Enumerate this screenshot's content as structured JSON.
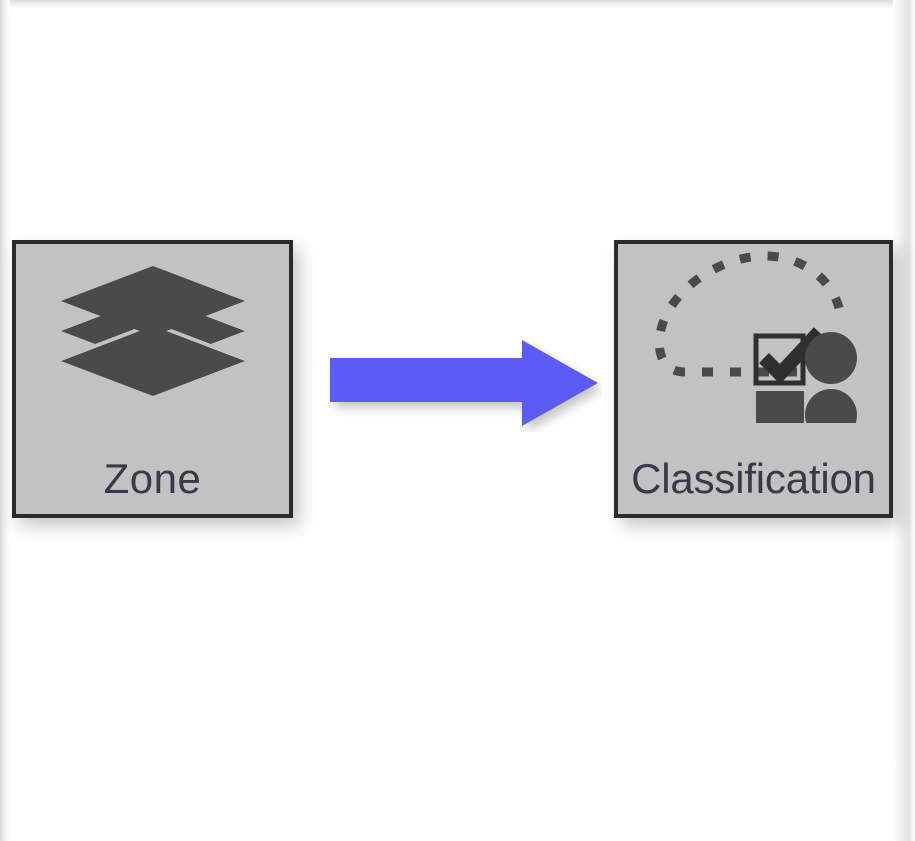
{
  "diagram": {
    "type": "flow-diagram",
    "background_color": "#ffffff",
    "nodes": [
      {
        "id": "zone",
        "label": "Zone",
        "icon": "layers-icon",
        "icon_description": "three stacked diamond layers",
        "fill_color": "#c2c2c2",
        "border_color": "#2b2b2b",
        "icon_color": "#4a4a4a",
        "label_color": "#3a3a46"
      },
      {
        "id": "classification",
        "label": "Classification",
        "icon": "classification-icon",
        "icon_description": "dashed lasso selection around a checked square, filled square and two filled circles",
        "fill_color": "#c2c2c2",
        "border_color": "#2b2b2b",
        "icon_color": "#4a4a4a",
        "label_color": "#3a3a46"
      }
    ],
    "connector": {
      "id": "zone-to-classification",
      "type": "block-arrow",
      "direction": "right",
      "color": "#5c5cf5",
      "from": "zone",
      "to": "classification"
    }
  }
}
